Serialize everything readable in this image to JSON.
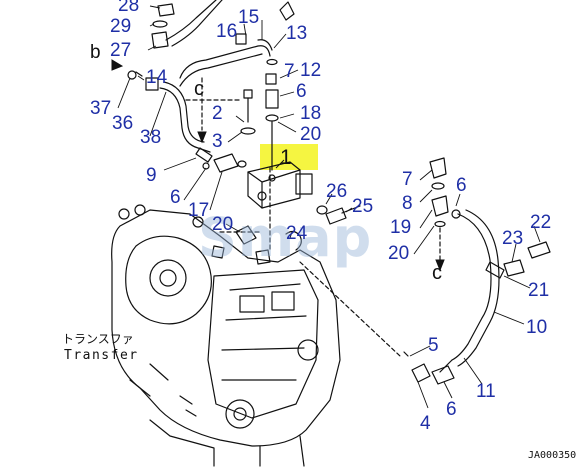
{
  "diagram": {
    "figure_code": "JA000350",
    "watermark": "Smap",
    "transfer_label": {
      "katakana": "トランスファ",
      "english": "Transfer"
    },
    "direction_markers": {
      "b": "b",
      "c_upper": "c",
      "c_lower": "c"
    },
    "highlighted_part": "1",
    "callouts": {
      "c28": "28",
      "c29": "29",
      "c27": "27",
      "c16": "16",
      "c15": "15",
      "c13": "13",
      "c12": "12",
      "c14": "14",
      "c37": "37",
      "c36": "36",
      "c38": "38",
      "c7a": "7",
      "c6a": "6",
      "c18": "18",
      "c2": "2",
      "c20a": "20",
      "c3": "3",
      "c9": "9",
      "c6b": "6",
      "c17": "17",
      "c20b": "20",
      "c26": "26",
      "c25": "25",
      "c24": "24",
      "c7b": "7",
      "c6c": "6",
      "c8": "8",
      "c19": "19",
      "c20c": "20",
      "c22": "22",
      "c23": "23",
      "c21": "21",
      "c10": "10",
      "c5": "5",
      "c11": "11",
      "c4": "4",
      "c6d": "6"
    },
    "colors": {
      "callout": "#1f2fa6",
      "highlight": "#f5f541",
      "line": "#111111"
    }
  }
}
